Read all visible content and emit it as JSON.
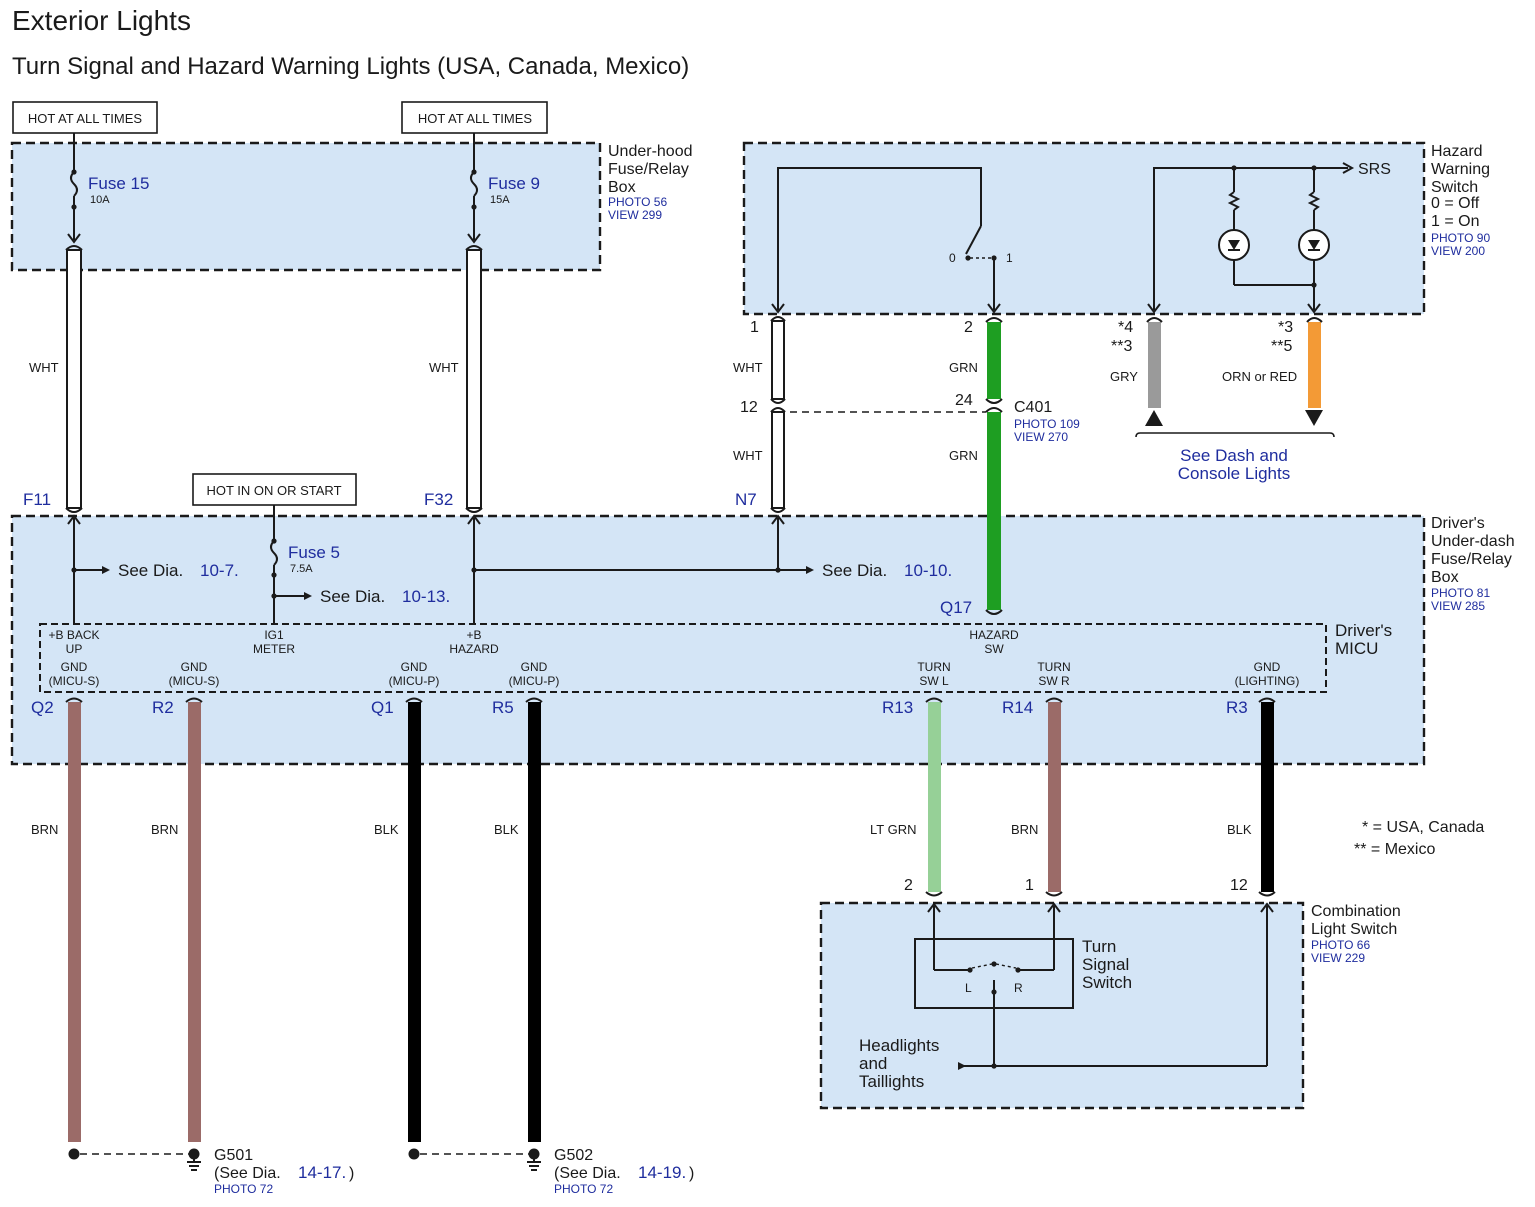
{
  "title": "Exterior Lights",
  "subtitle": "Turn Signal and Hazard Warning Lights (USA, Canada, Mexico)",
  "power_labels": [
    "HOT AT ALL TIMES",
    "HOT AT ALL TIMES",
    "HOT IN ON OR START"
  ],
  "colors": {
    "box_fill": "#d4e5f6",
    "wire_brn": "#9b6b68",
    "wire_blk": "#000000",
    "wire_grn": "#1e9e22",
    "wire_ltgrn": "#96d097",
    "wire_gry": "#9a9a9a",
    "wire_orn": "#f39a36",
    "link_blue": "#1f2d9e"
  },
  "underhood": {
    "name": [
      "Under-hood",
      "Fuse/Relay",
      "Box"
    ],
    "photo": "PHOTO 56",
    "view": "VIEW 299",
    "fuse_a": {
      "name": "Fuse 15",
      "rating": "10A"
    },
    "fuse_b": {
      "name": "Fuse 9",
      "rating": "15A"
    }
  },
  "hazard_switch": {
    "name": [
      "Hazard",
      "Warning",
      "Switch",
      "0 = Off",
      "1 = On"
    ],
    "photo": "PHOTO 90",
    "view": "VIEW 200",
    "pos0": "0",
    "pos1": "1",
    "srs": "SRS",
    "pin1": "1",
    "pin2": "2",
    "pin_gry": [
      "*4",
      "**3"
    ],
    "pin_orn": [
      "*3",
      "**5"
    ]
  },
  "connector": {
    "name": "C401",
    "photo": "PHOTO 109",
    "view": "VIEW 270",
    "pin12": "12",
    "pin24": "24"
  },
  "dash_ref": [
    "See Dash and",
    "Console Lights"
  ],
  "driver_box": {
    "name": [
      "Driver's",
      "Under-dash",
      "Fuse/Relay",
      "Box"
    ],
    "photo": "PHOTO 81",
    "view": "VIEW 285",
    "terminals": {
      "f11": "F11",
      "f32": "F32",
      "n7": "N7",
      "q17": "Q17"
    },
    "fuse": {
      "name": "Fuse 5",
      "rating": "7.5A"
    },
    "see1": {
      "text": "See Dia.",
      "ref": "10-7."
    },
    "see2": {
      "text": "See Dia.",
      "ref": "10-13."
    },
    "see3": {
      "text": "See Dia.",
      "ref": "10-10."
    }
  },
  "micu": {
    "name": [
      "Driver's",
      "MICU"
    ],
    "top_labels": [
      [
        "+B BACK",
        "UP"
      ],
      [
        "IG1",
        "METER"
      ],
      [
        "+B",
        "HAZARD"
      ],
      [
        "HAZARD",
        "SW"
      ]
    ],
    "bottom_labels": [
      [
        "GND",
        "(MICU-S)"
      ],
      [
        "GND",
        "(MICU-S)"
      ],
      [
        "GND",
        "(MICU-P)"
      ],
      [
        "GND",
        "(MICU-P)"
      ],
      [
        "TURN",
        "SW L"
      ],
      [
        "TURN",
        "SW R"
      ],
      [
        "GND",
        "(LIGHTING)"
      ]
    ],
    "pins": [
      "Q2",
      "R2",
      "Q1",
      "R5",
      "R13",
      "R14",
      "R3"
    ]
  },
  "wire_labels": {
    "wht": "WHT",
    "grn": "GRN",
    "gry": "GRY",
    "orn": "ORN or RED",
    "brn": "BRN",
    "blk": "BLK",
    "ltgrn": "LT GRN"
  },
  "legend": {
    "star": "* = USA, Canada",
    "dstar": "** = Mexico"
  },
  "combination": {
    "name": [
      "Combination",
      "Light Switch"
    ],
    "photo": "PHOTO 66",
    "view": "VIEW 229",
    "pins": [
      "2",
      "1",
      "12"
    ],
    "turn": [
      "Turn",
      "Signal",
      "Switch"
    ],
    "l": "L",
    "r": "R",
    "head": [
      "Headlights",
      "and",
      "Taillights"
    ]
  },
  "grounds": [
    {
      "name": "G501",
      "see": "(See Dia.",
      "ref": "14-17.",
      "close": ")",
      "photo": "PHOTO 72"
    },
    {
      "name": "G502",
      "see": "(See Dia.",
      "ref": "14-19.",
      "close": ")",
      "photo": "PHOTO 72"
    }
  ]
}
